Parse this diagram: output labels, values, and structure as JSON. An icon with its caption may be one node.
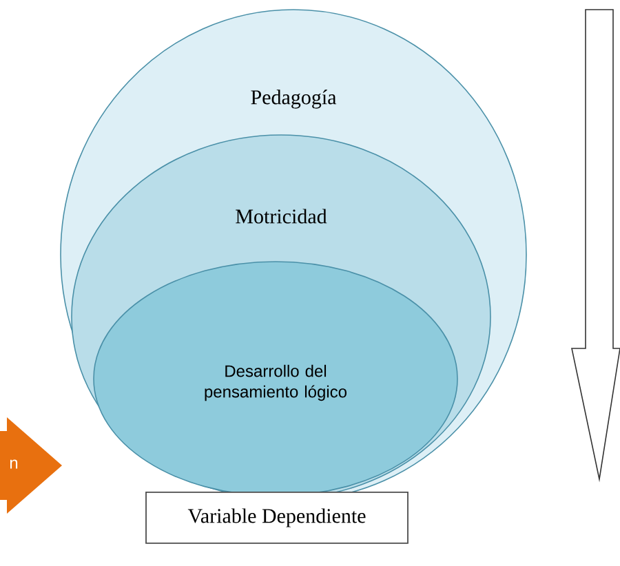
{
  "diagram": {
    "nodes": [
      {
        "text": [
          "Pedagogía"
        ]
      },
      {
        "text": [
          "Motricidad"
        ],
        "in": 0
      },
      {
        "text": [
          "Desarrollo del pensamiento lógico"
        ],
        "in": 1
      },
      {
        "text": [
          "Variable Dependiente"
        ]
      }
    ],
    "labels": [
      "n"
    ]
  }
}
